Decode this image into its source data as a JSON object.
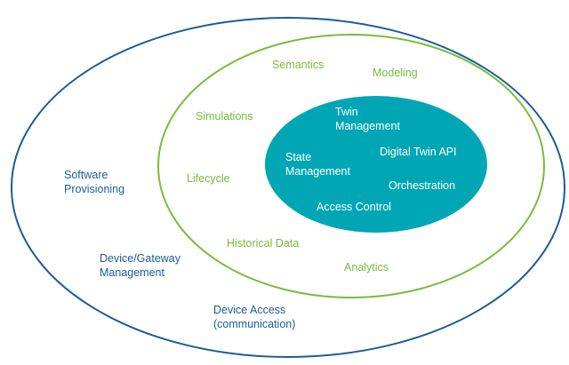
{
  "colors": {
    "outer": "#1b5c97",
    "middle": "#78bc3c",
    "core": "#00a6b4"
  },
  "outer": {
    "items": [
      "Software Provisioning",
      "Device/Gateway Management",
      "Device Access (communication)"
    ]
  },
  "middle": {
    "items": [
      "Semantics",
      "Modeling",
      "Simulations",
      "Lifecycle",
      "Historical Data",
      "Analytics"
    ]
  },
  "core": {
    "items": [
      "Twin Management",
      "Digital Twin API",
      "State Management",
      "Orchestration",
      "Access Control"
    ]
  }
}
